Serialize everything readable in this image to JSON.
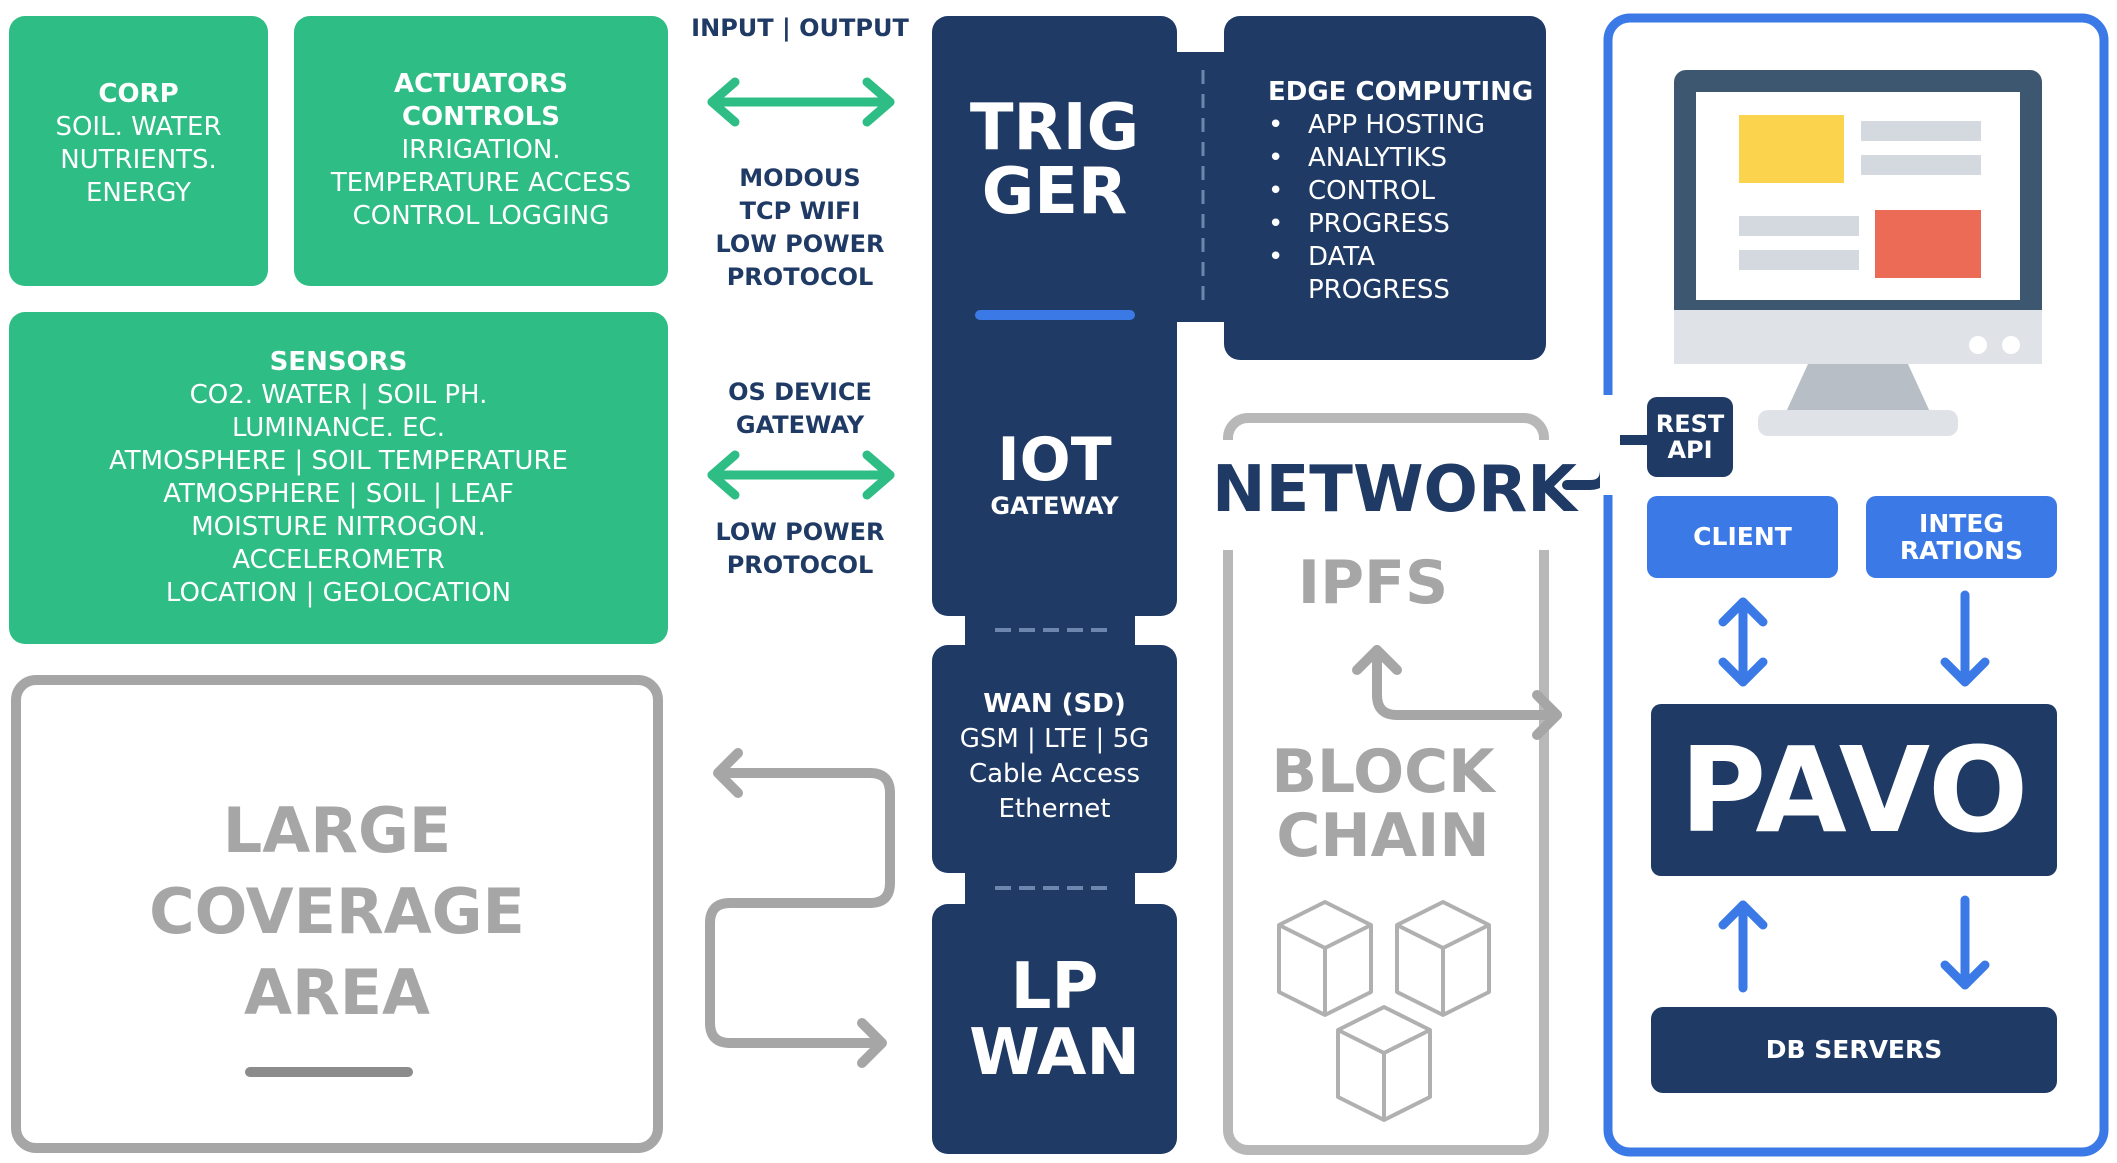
{
  "green_boxes": {
    "corp": {
      "title": "CORP",
      "lines": [
        "SOIL. WATER",
        "NUTRIENTS.",
        "ENERGY"
      ]
    },
    "actuators": {
      "title_lines": [
        "ACTUATORS",
        "CONTROLS"
      ],
      "lines": [
        "IRRIGATION.",
        "TEMPERATURE ACCESS",
        "CONTROL LOGGING"
      ]
    },
    "sensors": {
      "title": "SENSORS",
      "lines": [
        "CO2. WATER | SOIL PH.",
        "LUMINANCE. EC.",
        "ATMOSPHERE | SOIL TEMPERATURE",
        "ATMOSPHERE | SOIL | LEAF",
        "MOISTURE NITROGON.",
        "ACCELEROMETR",
        "LOCATION | GEOLOCATION"
      ]
    }
  },
  "coverage": {
    "lines": [
      "LARGE",
      "COVERAGE",
      "AREA"
    ]
  },
  "labels": {
    "input_output": "INPUT | OUTPUT",
    "protocol_top": [
      "MODOUS",
      "TCP WIFI",
      "LOW POWER",
      "PROTOCOL"
    ],
    "gateway_top": [
      "OS DEVICE",
      "GATEWAY"
    ],
    "gateway_bottom": [
      "LOW POWER",
      "PROTOCOL"
    ]
  },
  "column": {
    "trigger": [
      "TRIG",
      "GER"
    ],
    "iot": {
      "title": "IOT",
      "subtitle": "GATEWAY"
    },
    "wan": {
      "title": "WAN (SD)",
      "lines": [
        "GSM | LTE | 5G",
        "Cable Access",
        "Ethernet"
      ]
    },
    "lpwan": [
      "LP",
      "WAN"
    ]
  },
  "edge": {
    "title": "EDGE COMPUTING",
    "items": [
      "APP HOSTING",
      "ANALYTIKS",
      "CONTROL",
      "PROGRESS",
      "DATA"
    ],
    "continuation": "PROGRESS"
  },
  "network": {
    "title": "NETWORK",
    "ipfs": "IPFS",
    "blockchain": [
      "BLOCK",
      "CHAIN"
    ]
  },
  "platform": {
    "rest_api": [
      "REST",
      "API"
    ],
    "client": "CLIENT",
    "integrations": [
      "INTEG",
      "RATIONS"
    ],
    "pavo": "PAVO",
    "db_servers": "DB SERVERS"
  },
  "colors": {
    "green": "#2ebd85",
    "navy": "#1f3a64",
    "blue": "#3b7ae6",
    "gray": "#a6a6a6",
    "arrow_green": "#2ebd85"
  }
}
